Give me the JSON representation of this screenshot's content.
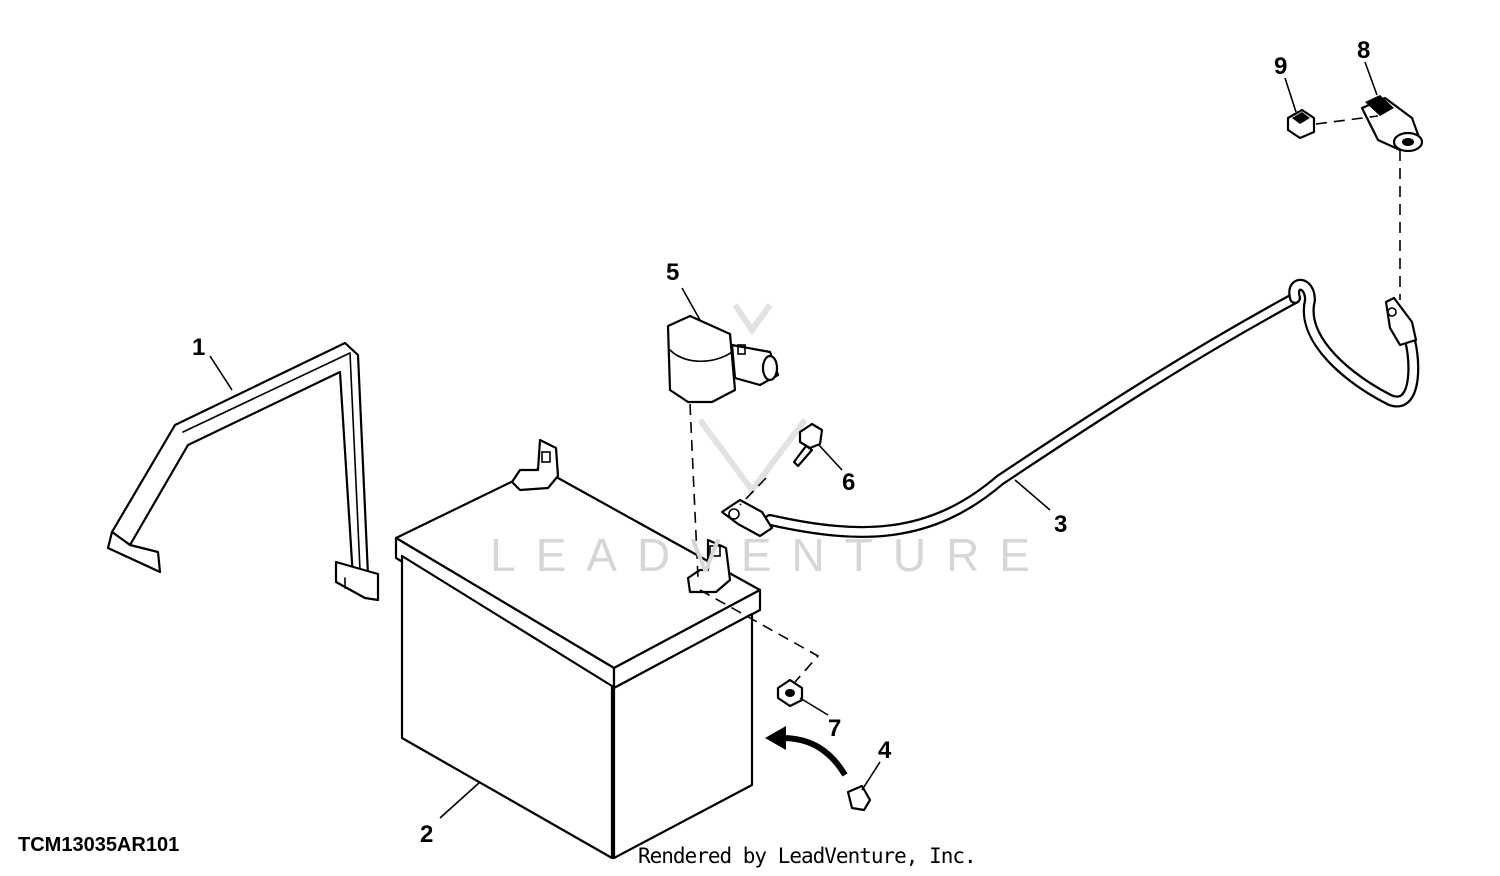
{
  "figure_id": "TCM13035AR101",
  "credit": "Rendered by LeadVenture, Inc.",
  "watermark": "LEADVENTURE",
  "callouts": [
    "1",
    "2",
    "3",
    "4",
    "5",
    "6",
    "7",
    "8",
    "9"
  ]
}
